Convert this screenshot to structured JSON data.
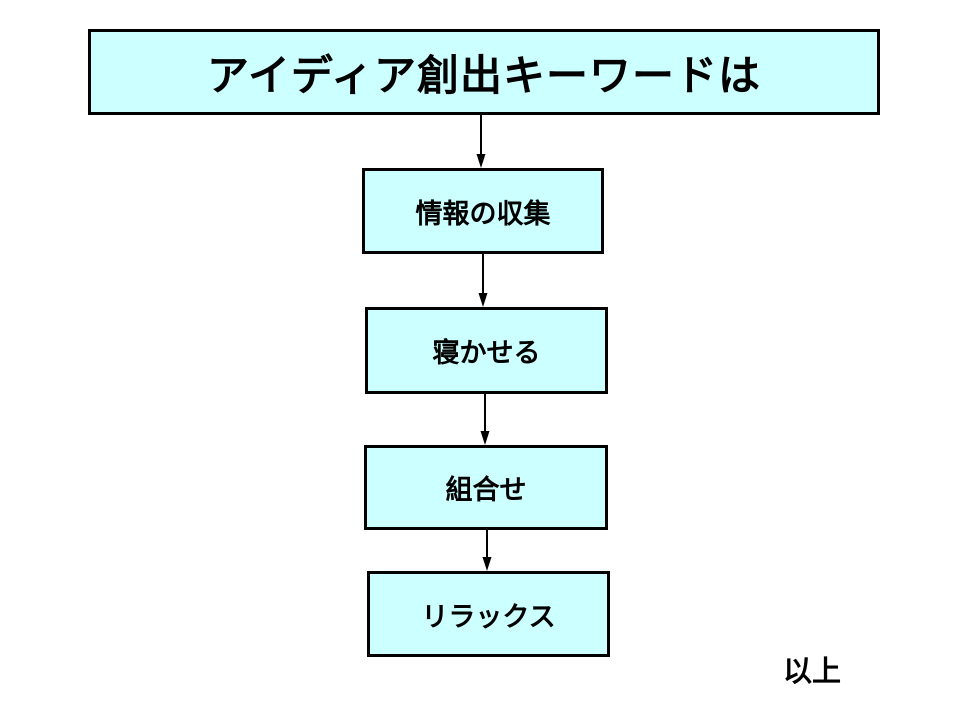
{
  "title": "アイディア創出キーワードは",
  "steps": [
    {
      "label": "情報の収集"
    },
    {
      "label": "寝かせる"
    },
    {
      "label": "組合せ"
    },
    {
      "label": "リラックス"
    }
  ],
  "footer": "以上",
  "colors": {
    "box_fill": "#CCFFFF",
    "box_border": "#000000",
    "text": "#000000",
    "background": "#FFFFFF"
  }
}
